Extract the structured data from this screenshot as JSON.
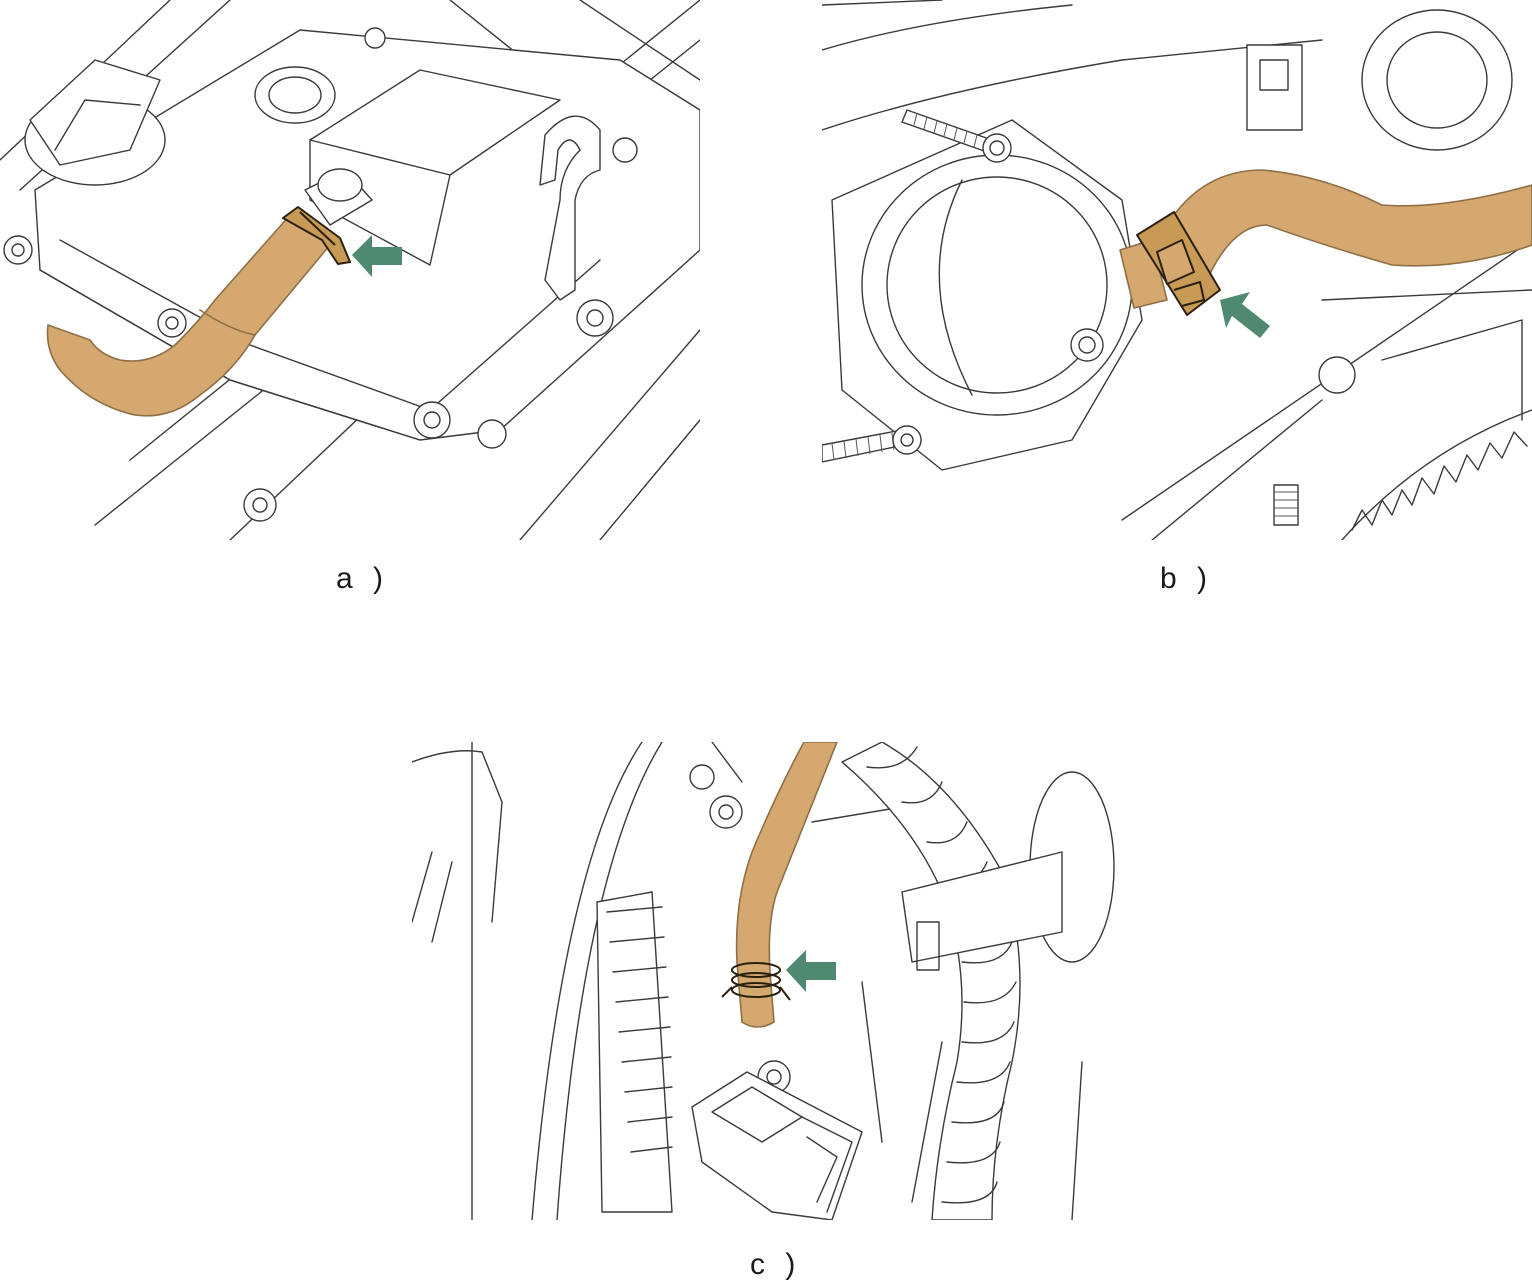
{
  "captions": {
    "a": "a )",
    "b": "b )",
    "c": "c )"
  },
  "colors": {
    "hose": "#d4a86e",
    "hose_outline": "#8e6f46",
    "clamp": "#c99a55",
    "arrow": "#4f8a70",
    "line_art": "#3a3a3a"
  },
  "panels": [
    {
      "id": "a",
      "depicts": "hose-on-valve-cover-fitting",
      "arrow_icon": "arrow-pointing-left"
    },
    {
      "id": "b",
      "depicts": "hose-on-throttle-body-fitting",
      "arrow_icon": "arrow-pointing-up-left"
    },
    {
      "id": "c",
      "depicts": "hose-near-pressure-sensor",
      "arrow_icon": "arrow-pointing-left"
    }
  ]
}
